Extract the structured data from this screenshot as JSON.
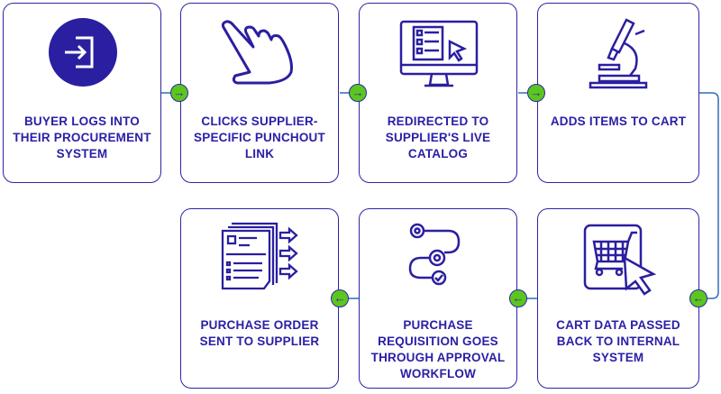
{
  "steps": [
    {
      "label": "BUYER LOGS INTO THEIR PROCUREMENT SYSTEM",
      "icon": "login-icon"
    },
    {
      "label": "CLICKS SUPPLIER-SPECIFIC PUNCHOUT LINK",
      "icon": "pointing-hand-icon"
    },
    {
      "label": "REDIRECTED TO SUPPLIER'S LIVE CATALOG",
      "icon": "monitor-catalog-icon"
    },
    {
      "label": "ADDS ITEMS TO CART",
      "icon": "microscope-icon"
    },
    {
      "label": "CART DATA PASSED BACK TO INTERNAL SYSTEM",
      "icon": "cart-click-icon"
    },
    {
      "label": "PURCHASE REQUISITION GOES THROUGH APPROVAL WORKFLOW",
      "icon": "workflow-gears-icon"
    },
    {
      "label": "PURCHASE ORDER SENT TO SUPPLIER",
      "icon": "documents-send-icon"
    }
  ],
  "colors": {
    "primary": "#2b25a5",
    "accent": "#5cc61f"
  }
}
